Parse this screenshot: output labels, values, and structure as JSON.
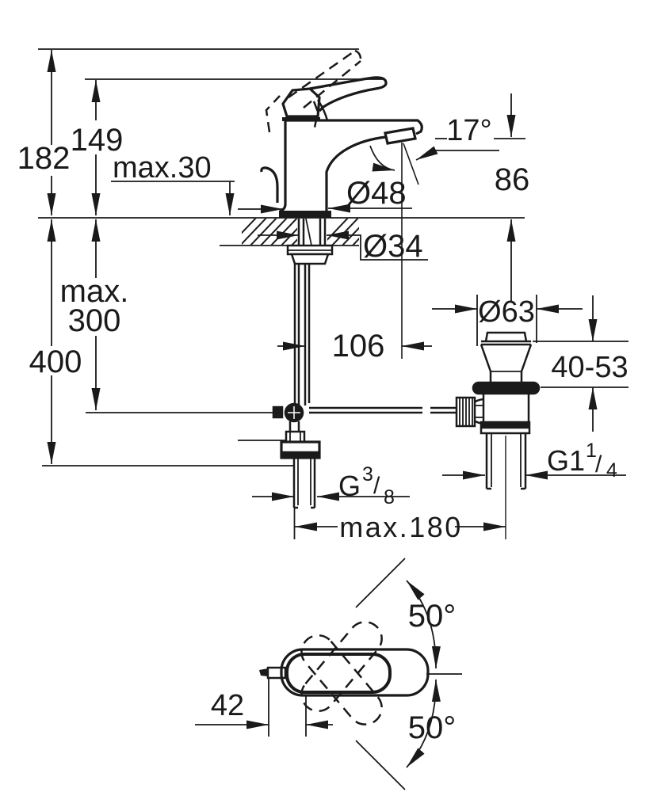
{
  "drawing": {
    "title": "faucet-installation-dimension-drawing",
    "colors": {
      "ink": "#1a1a1a",
      "bg": "#ffffff"
    },
    "labels": {
      "height_total": "182",
      "height_handle": "149",
      "deck_max": "max.30",
      "spout_angle": "17°",
      "spout_height": "86",
      "base_dia": "Ø48",
      "hole_dia": "Ø34",
      "rod_max_word": "max.",
      "rod_max_val": "300",
      "supply_len": "400",
      "spout_proj": "106",
      "waste_dia": "Ø63",
      "clamp_range": "40-53",
      "supply_thread_g": "G",
      "supply_thread_num": "3",
      "supply_thread_slash": "/",
      "supply_thread_den": "8",
      "waste_thread_g": "G1",
      "waste_thread_num": "1",
      "waste_thread_slash": "/",
      "waste_thread_den": "4",
      "rod_offset_max": "max.180",
      "rod_offset_plan": "42",
      "swivel_up": "50°",
      "swivel_down": "50°"
    }
  }
}
